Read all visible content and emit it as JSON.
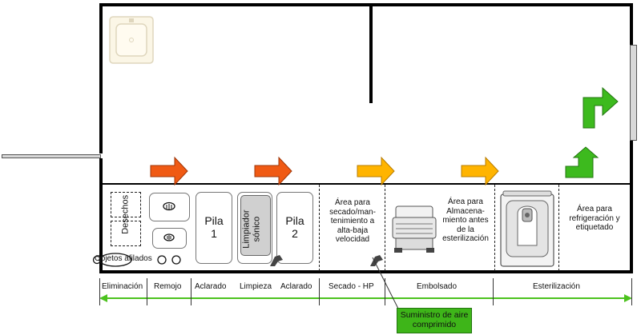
{
  "colors": {
    "wall": "#000000",
    "arrow_orange": "#f05a14",
    "arrow_yellow": "#ffb400",
    "arrow_green": "#3dba1e",
    "timeline_green": "#4cc21e",
    "air_box": "#3eb519"
  },
  "icons": [
    "sink-icon",
    "ultrasonic-cleaner-icon",
    "air-gun-icon",
    "sealer-machine-icon",
    "sterilizer-icon",
    "flow-arrow-icon"
  ],
  "zones": {
    "waste": "Desechos",
    "sharps": "Objetos afilados",
    "sink1": "Pila\n1",
    "sonic": "Limpiador sónico",
    "sink2": "Pila\n2",
    "drying": "Área para secado/man-tenimiento a alta-baja velocidad",
    "storage": "Área para Almacena-miento antes de la esterilización",
    "labeling": "Área para refrigeración y etiquetado"
  },
  "timeline": {
    "stages": [
      "Eliminación",
      "Remojo",
      "Aclarado",
      "Limpieza",
      "Aclarado",
      "Secado - HP",
      "Embolsado",
      "Esterilización"
    ]
  },
  "air_supply": "Suministro de aire comprimido"
}
